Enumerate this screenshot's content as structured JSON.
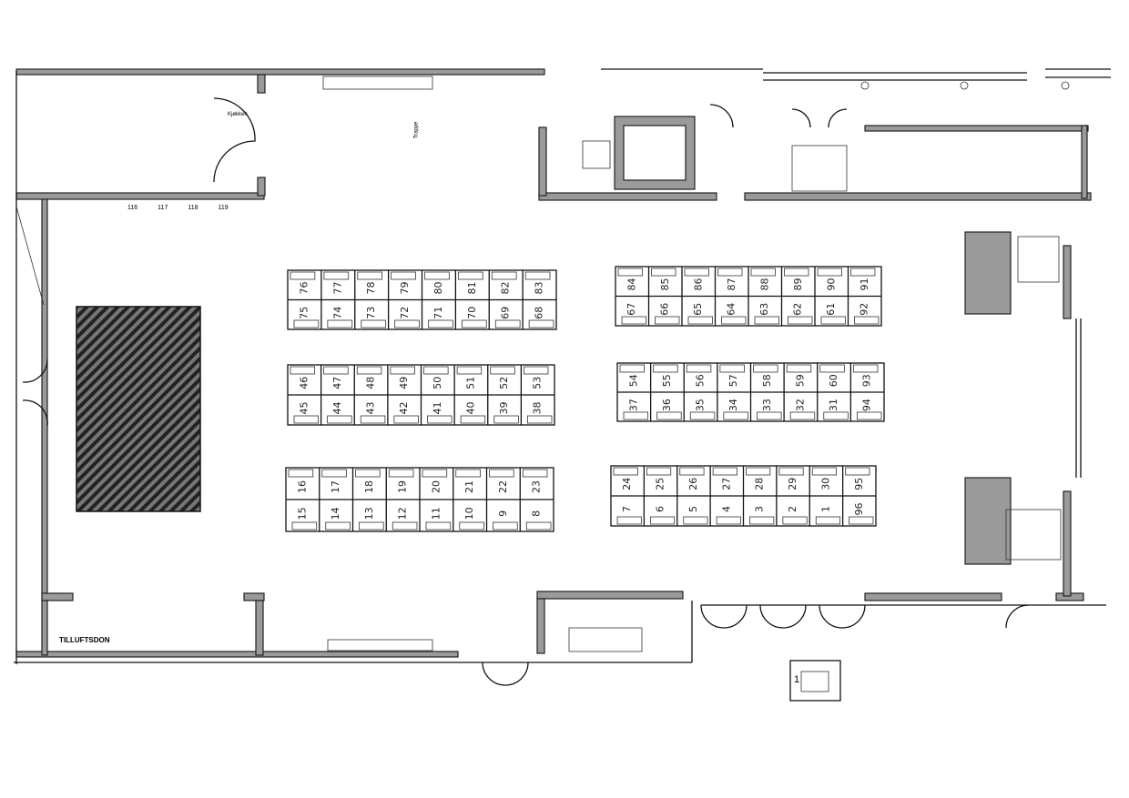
{
  "plan": {
    "labels": {
      "kitchen": "Kjøkken",
      "stairs": "Trappe",
      "supply_air": "TILLUFTSDON",
      "legend_number": "1"
    },
    "room_numbers": [
      "116",
      "117",
      "118",
      "119"
    ],
    "desk_blocks": [
      {
        "id": "A",
        "top": [
          "76",
          "77",
          "78",
          "79",
          "80",
          "81",
          "82",
          "83"
        ],
        "bottom": [
          "75",
          "74",
          "73",
          "72",
          "71",
          "70",
          "69",
          "68"
        ]
      },
      {
        "id": "B",
        "top": [
          "84",
          "85",
          "86",
          "87",
          "88",
          "89",
          "90",
          "91"
        ],
        "bottom": [
          "67",
          "66",
          "65",
          "64",
          "63",
          "62",
          "61",
          "92"
        ]
      },
      {
        "id": "C",
        "top": [
          "46",
          "47",
          "48",
          "49",
          "50",
          "51",
          "52",
          "53"
        ],
        "bottom": [
          "45",
          "44",
          "43",
          "42",
          "41",
          "40",
          "39",
          "38"
        ]
      },
      {
        "id": "D",
        "top": [
          "54",
          "55",
          "56",
          "57",
          "58",
          "59",
          "60",
          "93"
        ],
        "bottom": [
          "37",
          "36",
          "35",
          "34",
          "33",
          "32",
          "31",
          "94"
        ]
      },
      {
        "id": "E",
        "top": [
          "16",
          "17",
          "18",
          "19",
          "20",
          "21",
          "22",
          "23"
        ],
        "bottom": [
          "15",
          "14",
          "13",
          "12",
          "11",
          "10",
          "9",
          "8"
        ]
      },
      {
        "id": "F",
        "top": [
          "24",
          "25",
          "26",
          "27",
          "28",
          "29",
          "30",
          "95"
        ],
        "bottom": [
          "7",
          "6",
          "5",
          "4",
          "3",
          "2",
          "1",
          "96"
        ]
      }
    ]
  }
}
